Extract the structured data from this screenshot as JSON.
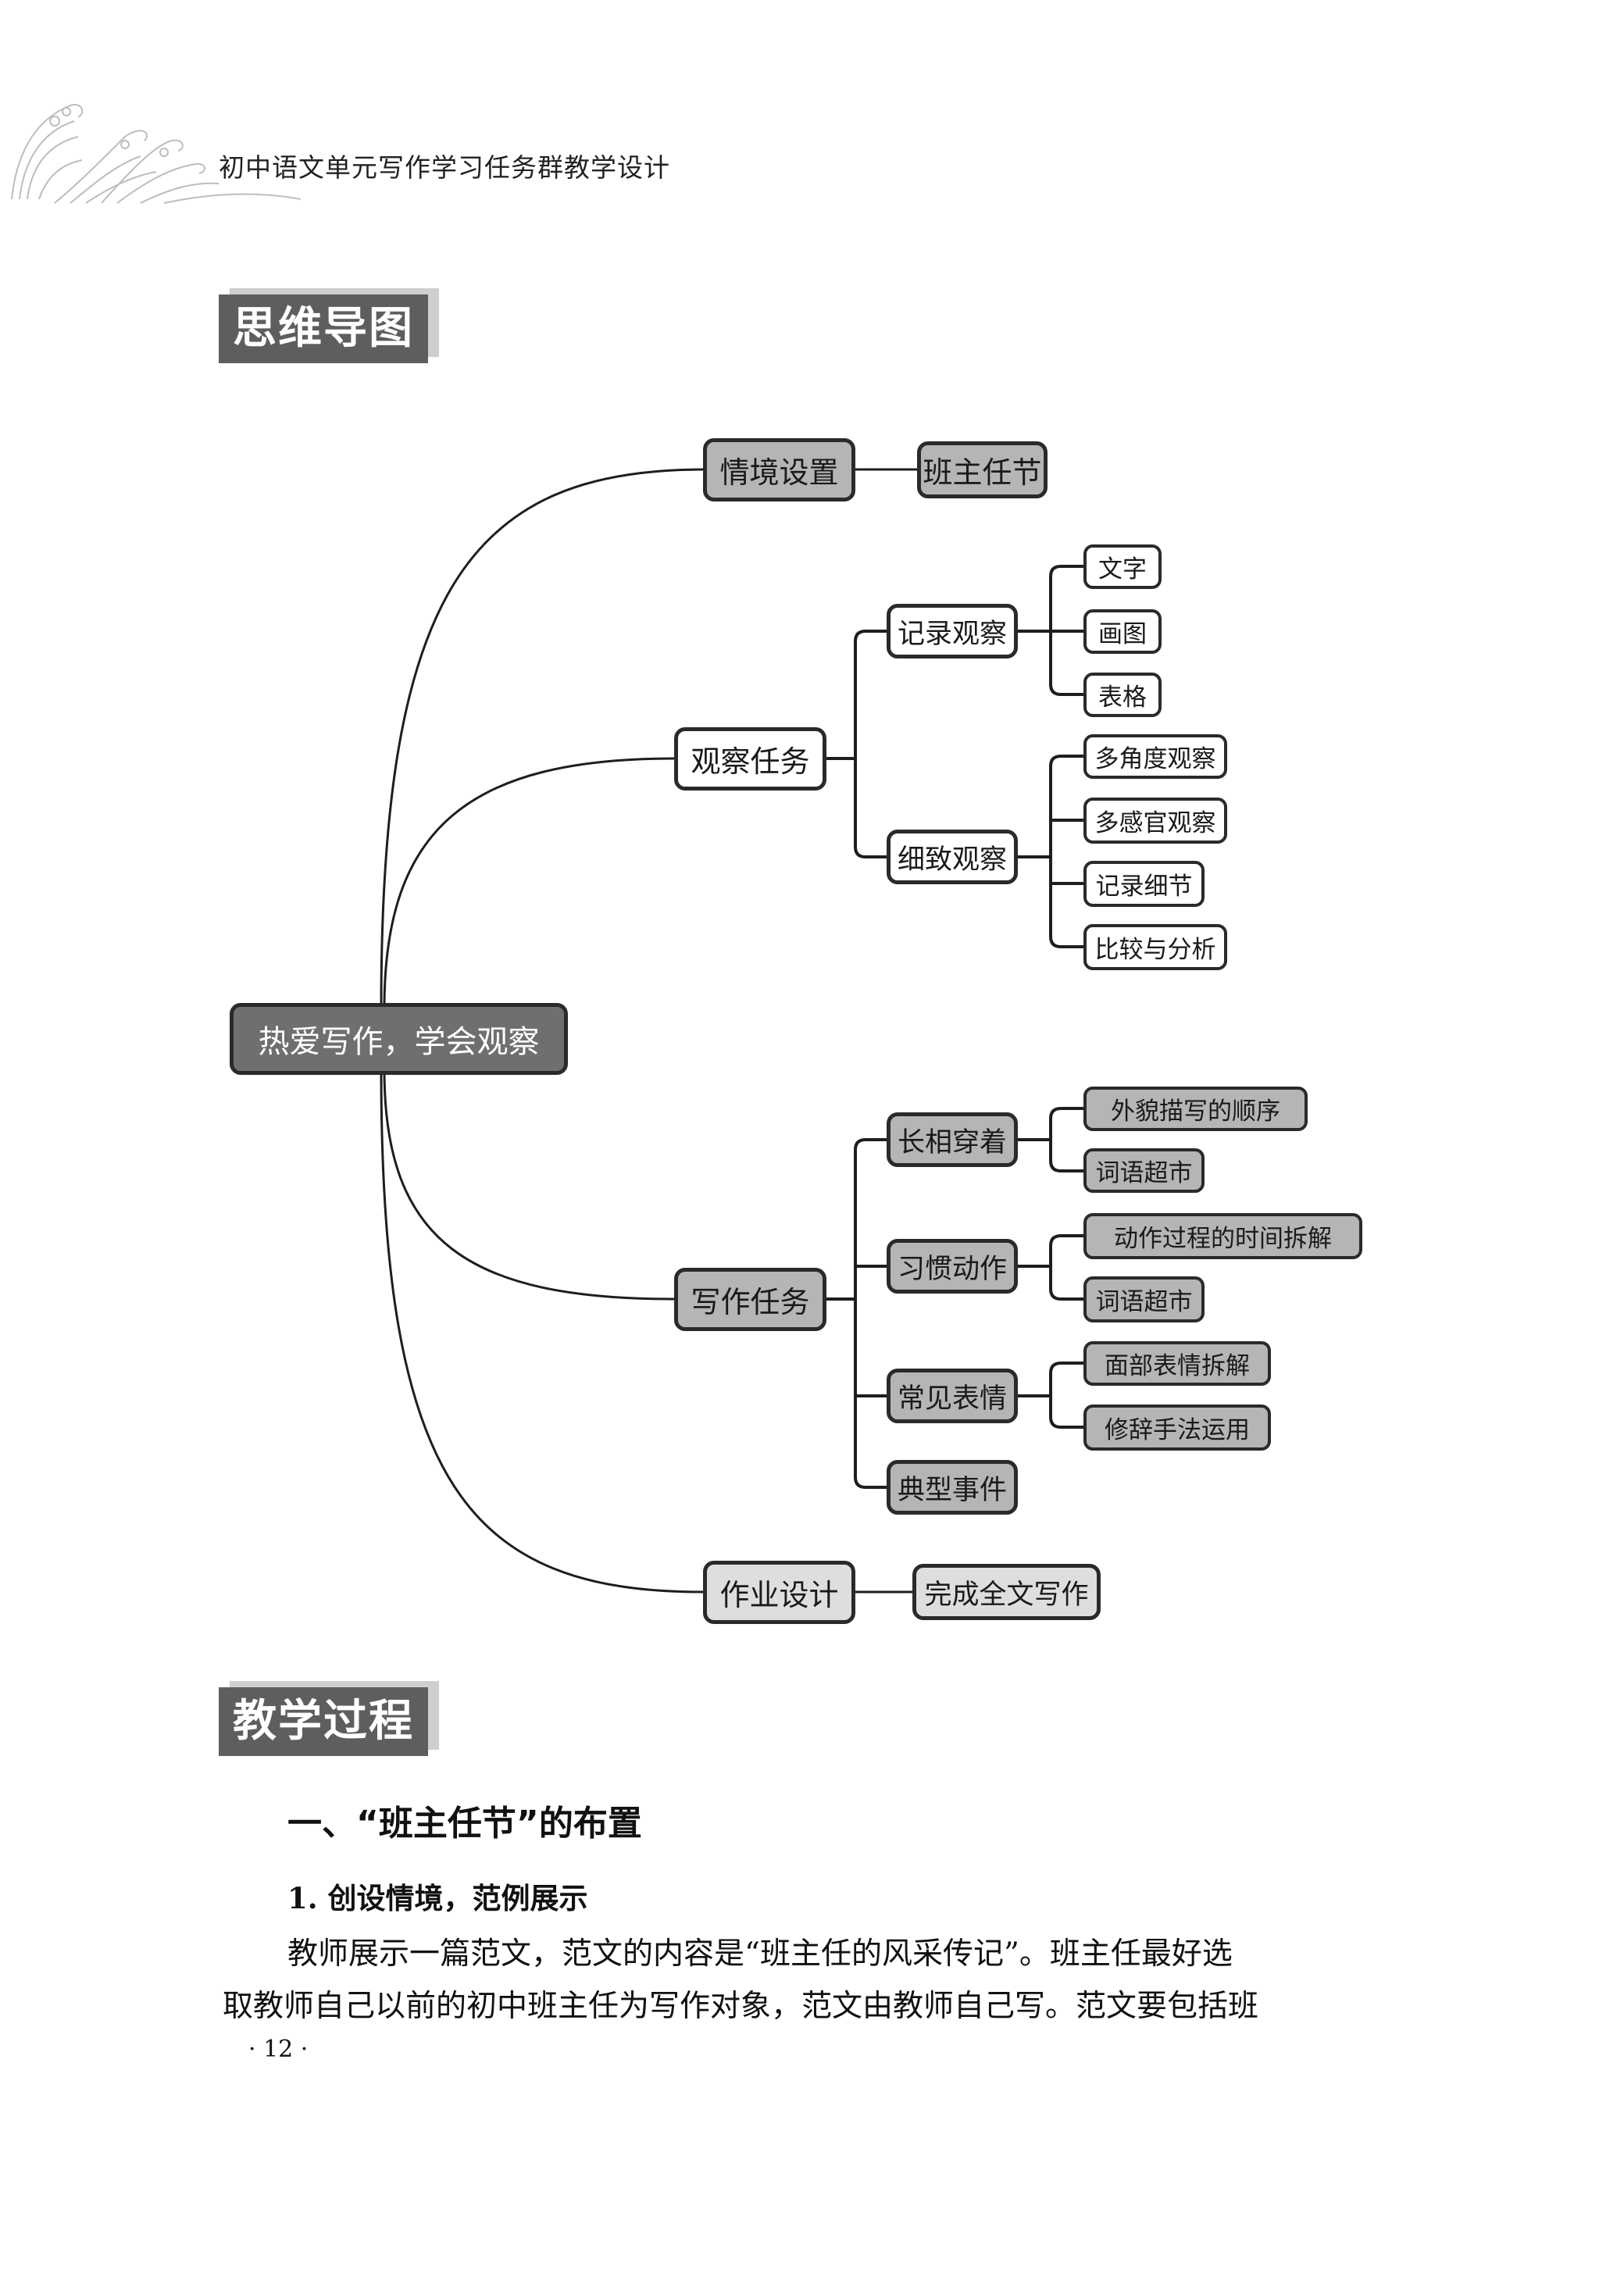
{
  "header": {
    "book_title": "初中语文单元写作学习任务群教学设计"
  },
  "sections": {
    "mindmap_title": "思维导图",
    "process_title": "教学过程"
  },
  "mindmap": {
    "center": "热爱写作，学会观察",
    "situation": {
      "label": "情境设置",
      "child": "班主任节"
    },
    "observe": {
      "label": "观察任务",
      "record": {
        "label": "记录观察",
        "children": [
          "文字",
          "画图",
          "表格"
        ]
      },
      "detail": {
        "label": "细致观察",
        "children": [
          "多角度观察",
          "多感官观察",
          "记录细节",
          "比较与分析"
        ]
      }
    },
    "writing": {
      "label": "写作任务",
      "looks": {
        "label": "长相穿着",
        "children": [
          "外貌描写的顺序",
          "词语超市"
        ]
      },
      "habits": {
        "label": "习惯动作",
        "children": [
          "动作过程的时间拆解",
          "词语超市"
        ]
      },
      "expressions": {
        "label": "常见表情",
        "children": [
          "面部表情拆解",
          "修辞手法运用"
        ]
      },
      "events": {
        "label": "典型事件"
      }
    },
    "homework": {
      "label": "作业设计",
      "child": "完成全文写作"
    }
  },
  "body": {
    "heading1": "一、“班主任节”的布置",
    "heading2": "1. 创设情境，范例展示",
    "lines": [
      "教师展示一篇范文，范文的内容是“班主任的风采传记”。班主任最好选",
      "取教师自己以前的初中班主任为写作对象，范文由教师自己写。范文要包括班"
    ]
  },
  "page_number": "· 12 ·"
}
